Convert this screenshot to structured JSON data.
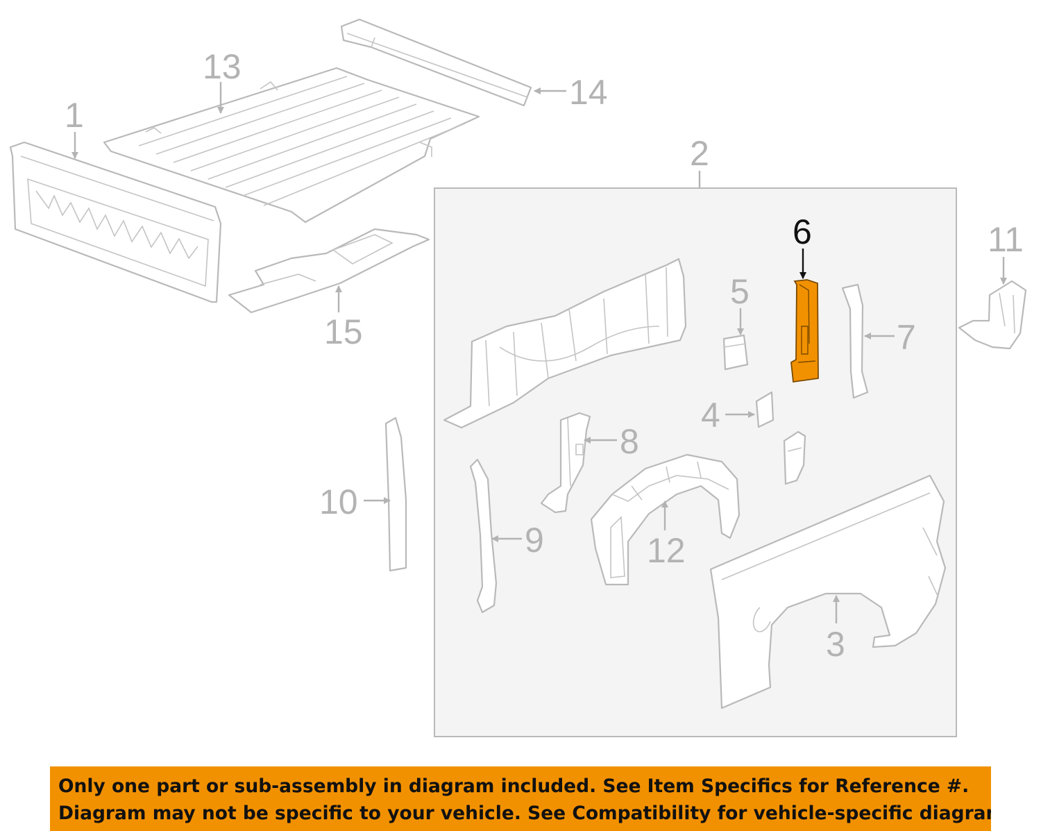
{
  "colors": {
    "highlight_part": "#f29100",
    "banner_background": "#f29100",
    "part_outline": "#b9b9b9",
    "callout_gray": "#b3b3b3",
    "callout_highlight": "#111111"
  },
  "callouts": {
    "c1": "1",
    "c2": "2",
    "c3": "3",
    "c4": "4",
    "c5": "5",
    "c6": "6",
    "c7": "7",
    "c8": "8",
    "c9": "9",
    "c10": "10",
    "c11": "11",
    "c12": "12",
    "c13": "13",
    "c14": "14",
    "c15": "15"
  },
  "highlighted_callout": "6",
  "banner": {
    "line1": "Only one part or sub-assembly in diagram included. See Item Specifics for Reference #.",
    "line2": "Diagram may not be specific to your vehicle. See Compatibility for vehicle-specific diagrams."
  }
}
